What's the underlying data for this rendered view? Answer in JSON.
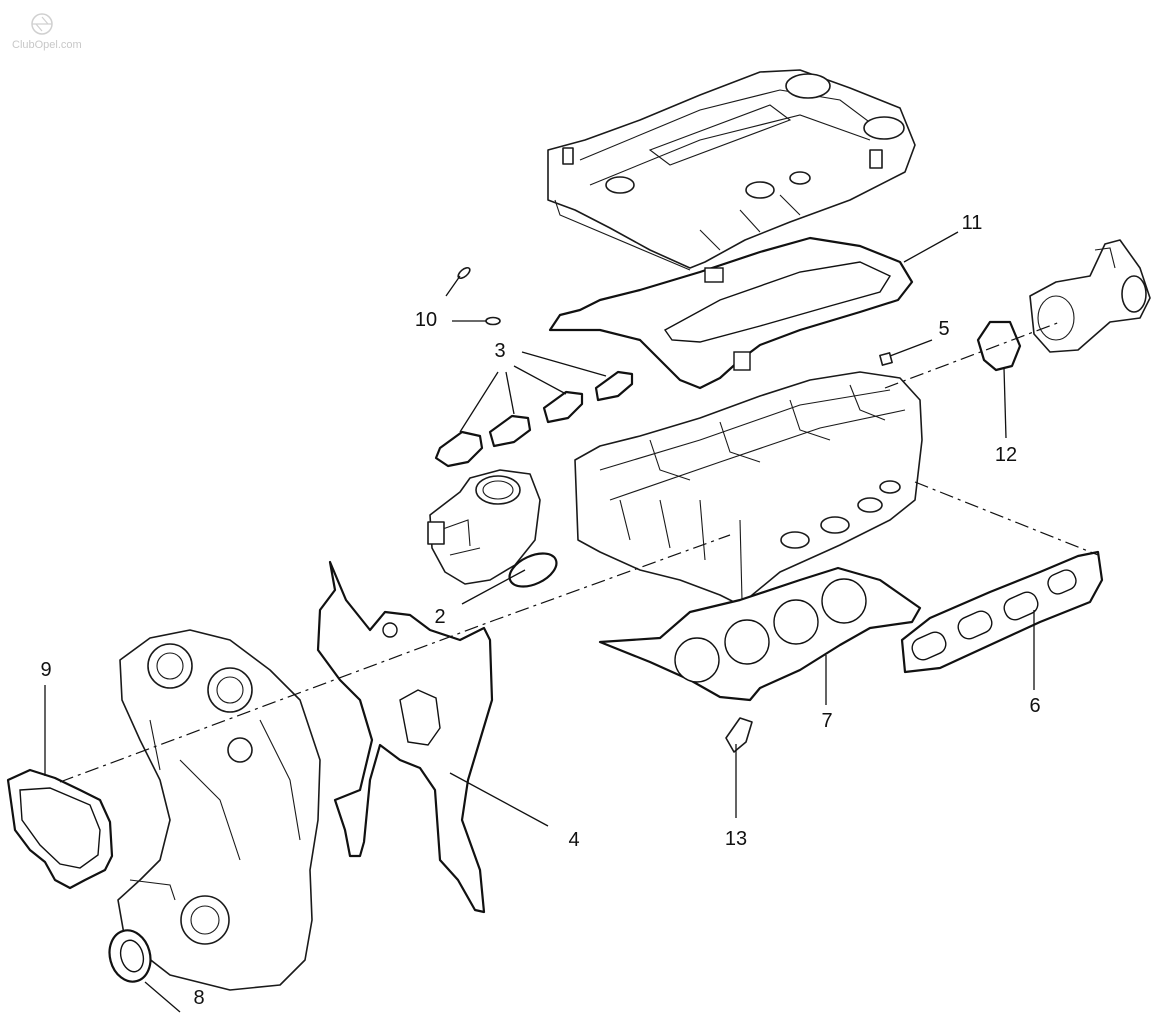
{
  "watermark": {
    "text": "ClubOpel.com",
    "icon": "opel-logo-icon"
  },
  "callouts": {
    "c1": "2",
    "c2": "3",
    "c3": "4",
    "c4": "5",
    "c5": "6",
    "c6": "7",
    "c7": "8",
    "c8": "9",
    "c9": "10",
    "c10": "11",
    "c11": "12",
    "c12": "13"
  },
  "colors": {
    "line": "#1a1a1a",
    "background": "#ffffff",
    "watermark": "#c8c8c8"
  }
}
